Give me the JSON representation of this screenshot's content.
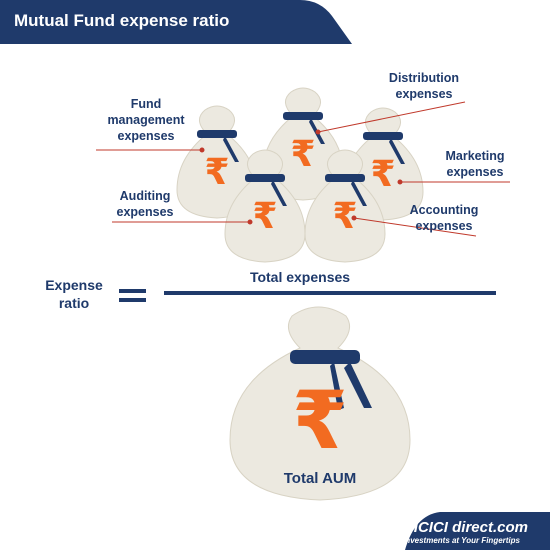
{
  "title": "Mutual Fund expense ratio",
  "labels": {
    "fund_management": "Fund management expenses",
    "distribution": "Distribution expenses",
    "marketing": "Marketing expenses",
    "auditing": "Auditing expenses",
    "accounting": "Accounting expenses"
  },
  "formula": {
    "left": "Expense ratio",
    "equals": "=",
    "numerator": "Total expenses",
    "denominator": "Total AUM"
  },
  "currency_symbol": "₹",
  "brand": {
    "name": "ICICI direct.com",
    "tagline": "Investments at Your Fingertips"
  },
  "colors": {
    "navy": "#1f3a6b",
    "orange": "#f26b21",
    "bag": "#ece9e0",
    "leader": "#c0392b"
  }
}
